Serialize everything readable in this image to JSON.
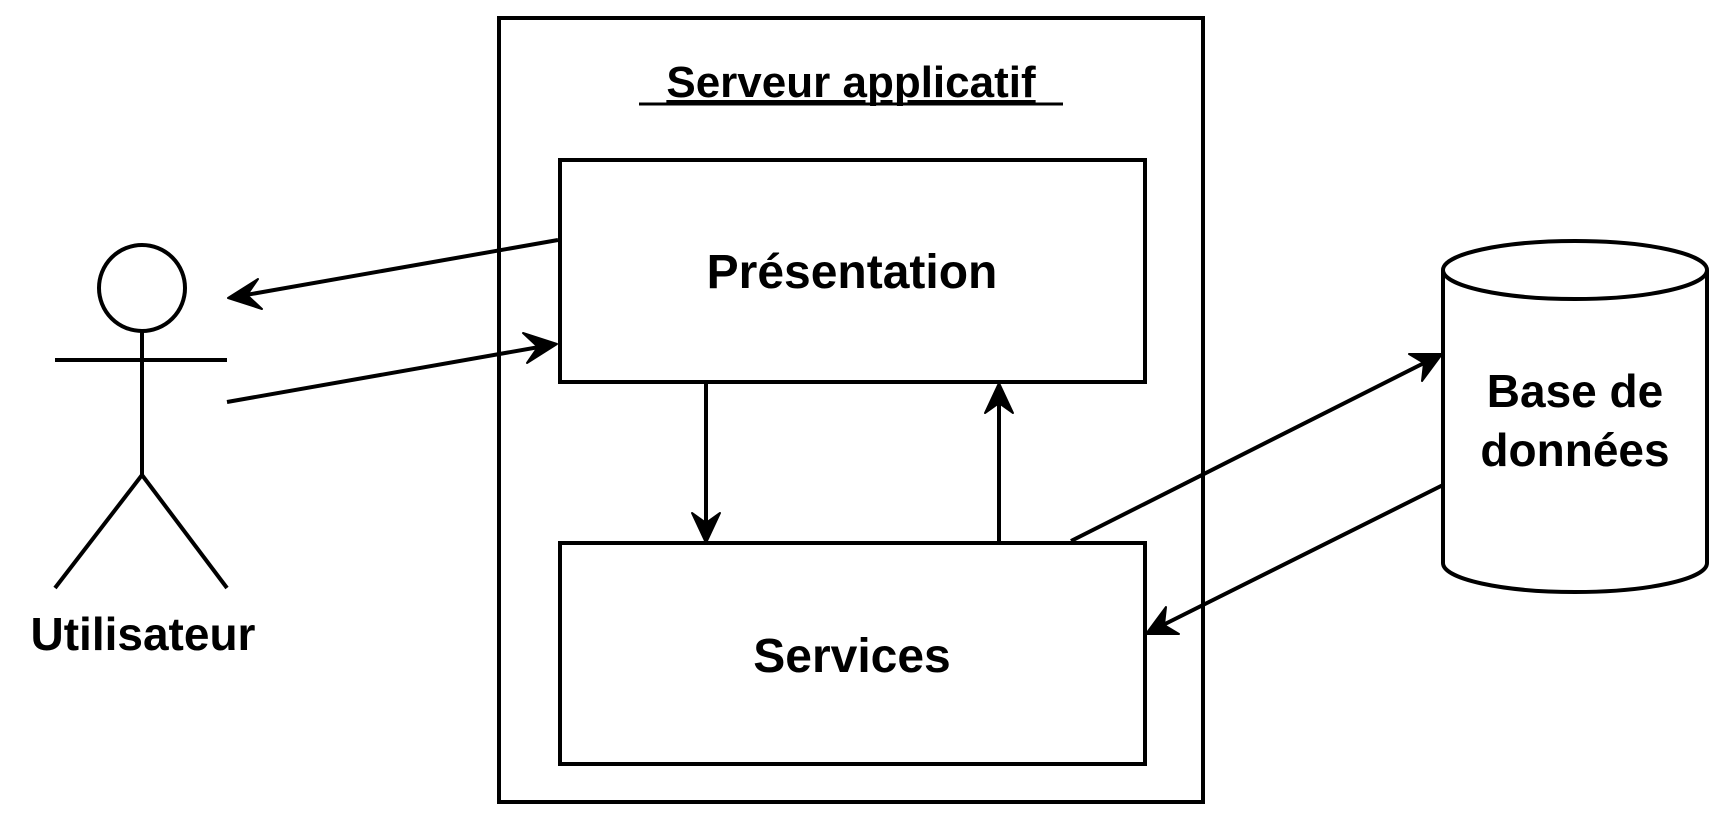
{
  "diagram": {
    "server_title": "Serveur applicatif",
    "presentation_label": "Présentation",
    "services_label": "Services",
    "user_label": "Utilisateur",
    "database_label_line1": "Base de",
    "database_label_line2": "données"
  }
}
